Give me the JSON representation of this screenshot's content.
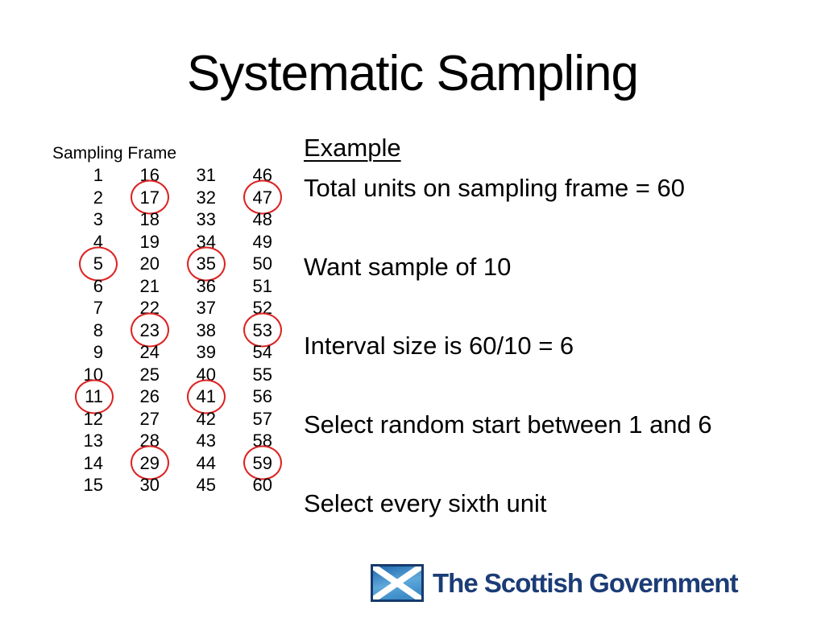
{
  "title": "Systematic Sampling",
  "sampling_frame": {
    "label": "Sampling Frame",
    "columns": [
      [
        1,
        2,
        3,
        4,
        5,
        6,
        7,
        8,
        9,
        10,
        11,
        12,
        13,
        14,
        15
      ],
      [
        16,
        17,
        18,
        19,
        20,
        21,
        22,
        23,
        24,
        25,
        26,
        27,
        28,
        29,
        30
      ],
      [
        31,
        32,
        33,
        34,
        35,
        36,
        37,
        38,
        39,
        40,
        41,
        42,
        43,
        44,
        45
      ],
      [
        46,
        47,
        48,
        49,
        50,
        51,
        52,
        53,
        54,
        55,
        56,
        57,
        58,
        59,
        60
      ]
    ],
    "circled_numbers": [
      5,
      11,
      17,
      23,
      29,
      35,
      41,
      47,
      53,
      59
    ]
  },
  "example": {
    "heading": "Example",
    "lines": [
      "Total units on sampling frame = 60",
      "Want sample of 10",
      "Interval size is 60/10 = 6",
      "Select random start between 1 and 6",
      "Select every sixth unit"
    ]
  },
  "footer": {
    "logo_text": "The Scottish Government",
    "flag_icon": "saltire-flag-icon"
  },
  "colors": {
    "circle_red": "#dd2222",
    "logo_navy": "#1b3c76",
    "flag_blue_dark": "#1a64ab",
    "flag_blue_light": "#5fa8da",
    "flag_border_navy": "#173a6d",
    "text_black": "#000000"
  }
}
